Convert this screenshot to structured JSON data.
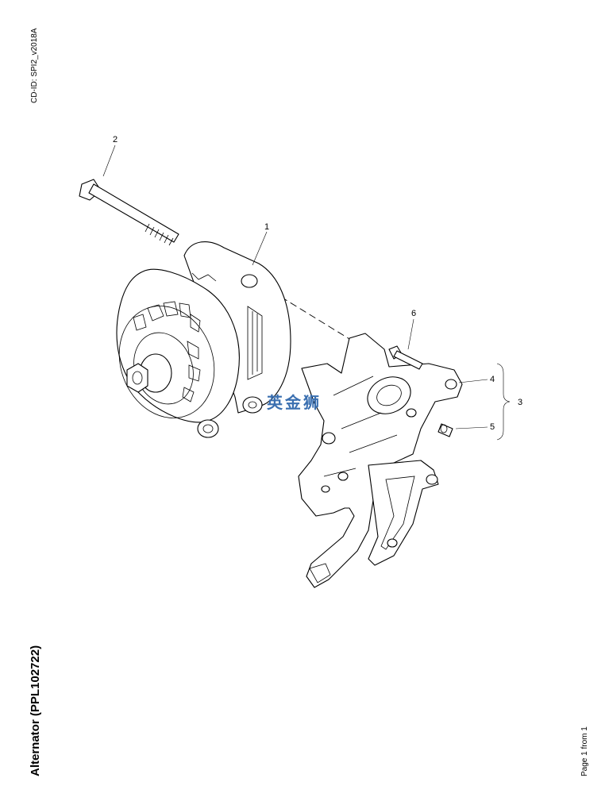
{
  "document": {
    "cd_id": "CD-ID: SPI2_v2018A",
    "title": "Alternator (PPL102722)",
    "page_label": "Page 1 from 1"
  },
  "watermark": {
    "text": "英金狮",
    "color": "#3a6fb0"
  },
  "callouts": {
    "c1": "1",
    "c2": "2",
    "c3": "3",
    "c4": "4",
    "c5": "5",
    "c6": "6"
  }
}
